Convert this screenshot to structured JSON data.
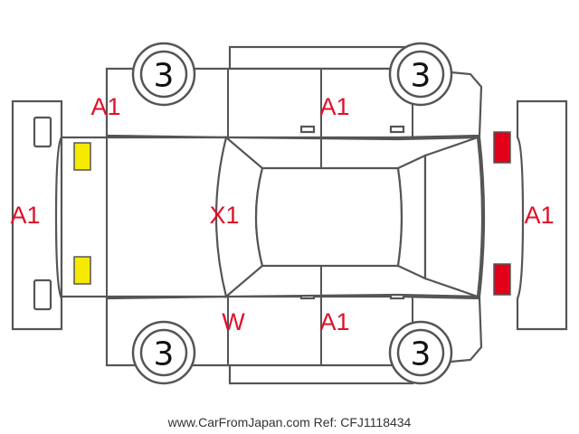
{
  "tires": [
    {
      "id": "front-left",
      "value": "3"
    },
    {
      "id": "front-right",
      "value": "3"
    },
    {
      "id": "rear-left",
      "value": "3"
    },
    {
      "id": "rear-right",
      "value": "3"
    }
  ],
  "damage_marks": {
    "left_quarter": "A1",
    "roof_left_door": "A1",
    "front_bumper": "A1",
    "hood": "X1",
    "rear_bumper": "A1",
    "windshield": "W",
    "right_door": "A1"
  },
  "colors": {
    "outline": "#555555",
    "mark": "#e0102a",
    "headlight": "#f5ea00",
    "taillight": "#e2001a"
  },
  "footer": "www.CarFromJapan.com Ref: CFJ1118434"
}
